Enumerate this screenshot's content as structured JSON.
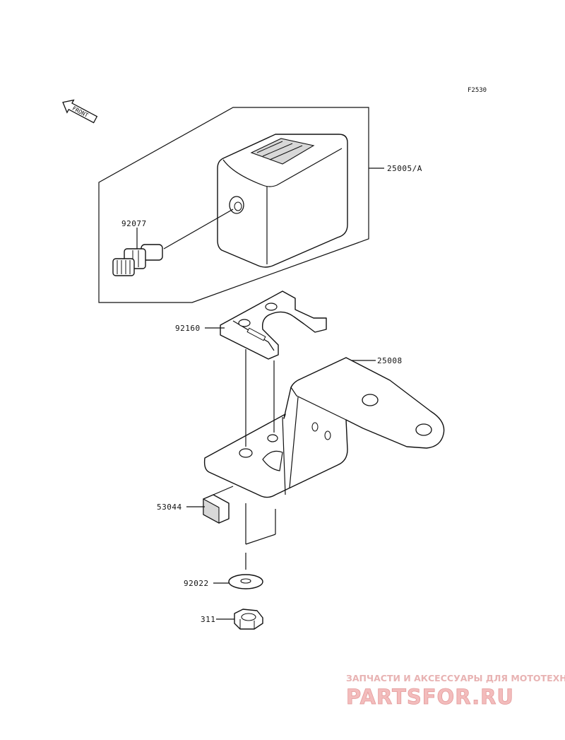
{
  "figure_code": "F2530",
  "front_indicator": "FRONT",
  "callouts": {
    "c25005a": "25005/A",
    "c92077": "92077",
    "c92160": "92160",
    "c25008": "25008",
    "c53044": "53044",
    "c92022": "92022",
    "c311": "311"
  },
  "watermark": {
    "tagline": "ЗАПЧАСТИ И АКСЕССУАРЫ ДЛЯ МОТОТЕХНИКИ",
    "logo": "PARTSFOR.RU"
  },
  "colors": {
    "line": "#111111",
    "watermark": "#e39a9a"
  }
}
